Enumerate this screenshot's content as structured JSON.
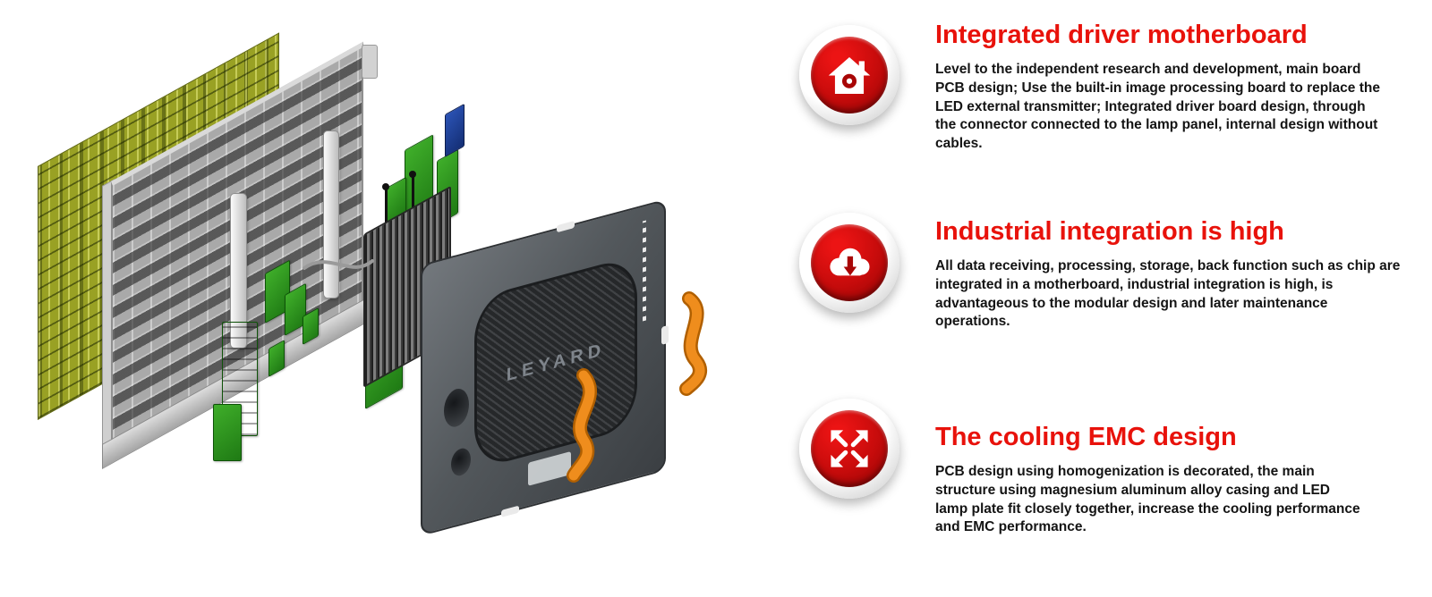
{
  "colors": {
    "accent_red": "#e8120b",
    "icon_red": "#c50b0b",
    "body_text": "#141414"
  },
  "illustration": {
    "logo_text": "LEYARD"
  },
  "features": [
    {
      "icon": "home-icon",
      "title": "Integrated driver motherboard",
      "body": "Level to the independent research and development, main board PCB design; Use the built-in image processing  board to replace the LED external transmitter; Integrated driver board design, through the connector connected to the lamp panel,  internal design without cables."
    },
    {
      "icon": "cloud-download-icon",
      "title": "Industrial integration is high",
      "body": "All data receiving, processing, storage, back function such as chip are integrated in a motherboard, industrial integration is high, is advantageous to the modular design and later maintenance operations."
    },
    {
      "icon": "expand-arrows-icon",
      "title": "The cooling EMC design",
      "body": "PCB design using homogenization is decorated, the main structure using magnesium aluminum alloy casing and LED lamp plate fit closely together, increase the cooling  performance and EMC performance."
    }
  ]
}
